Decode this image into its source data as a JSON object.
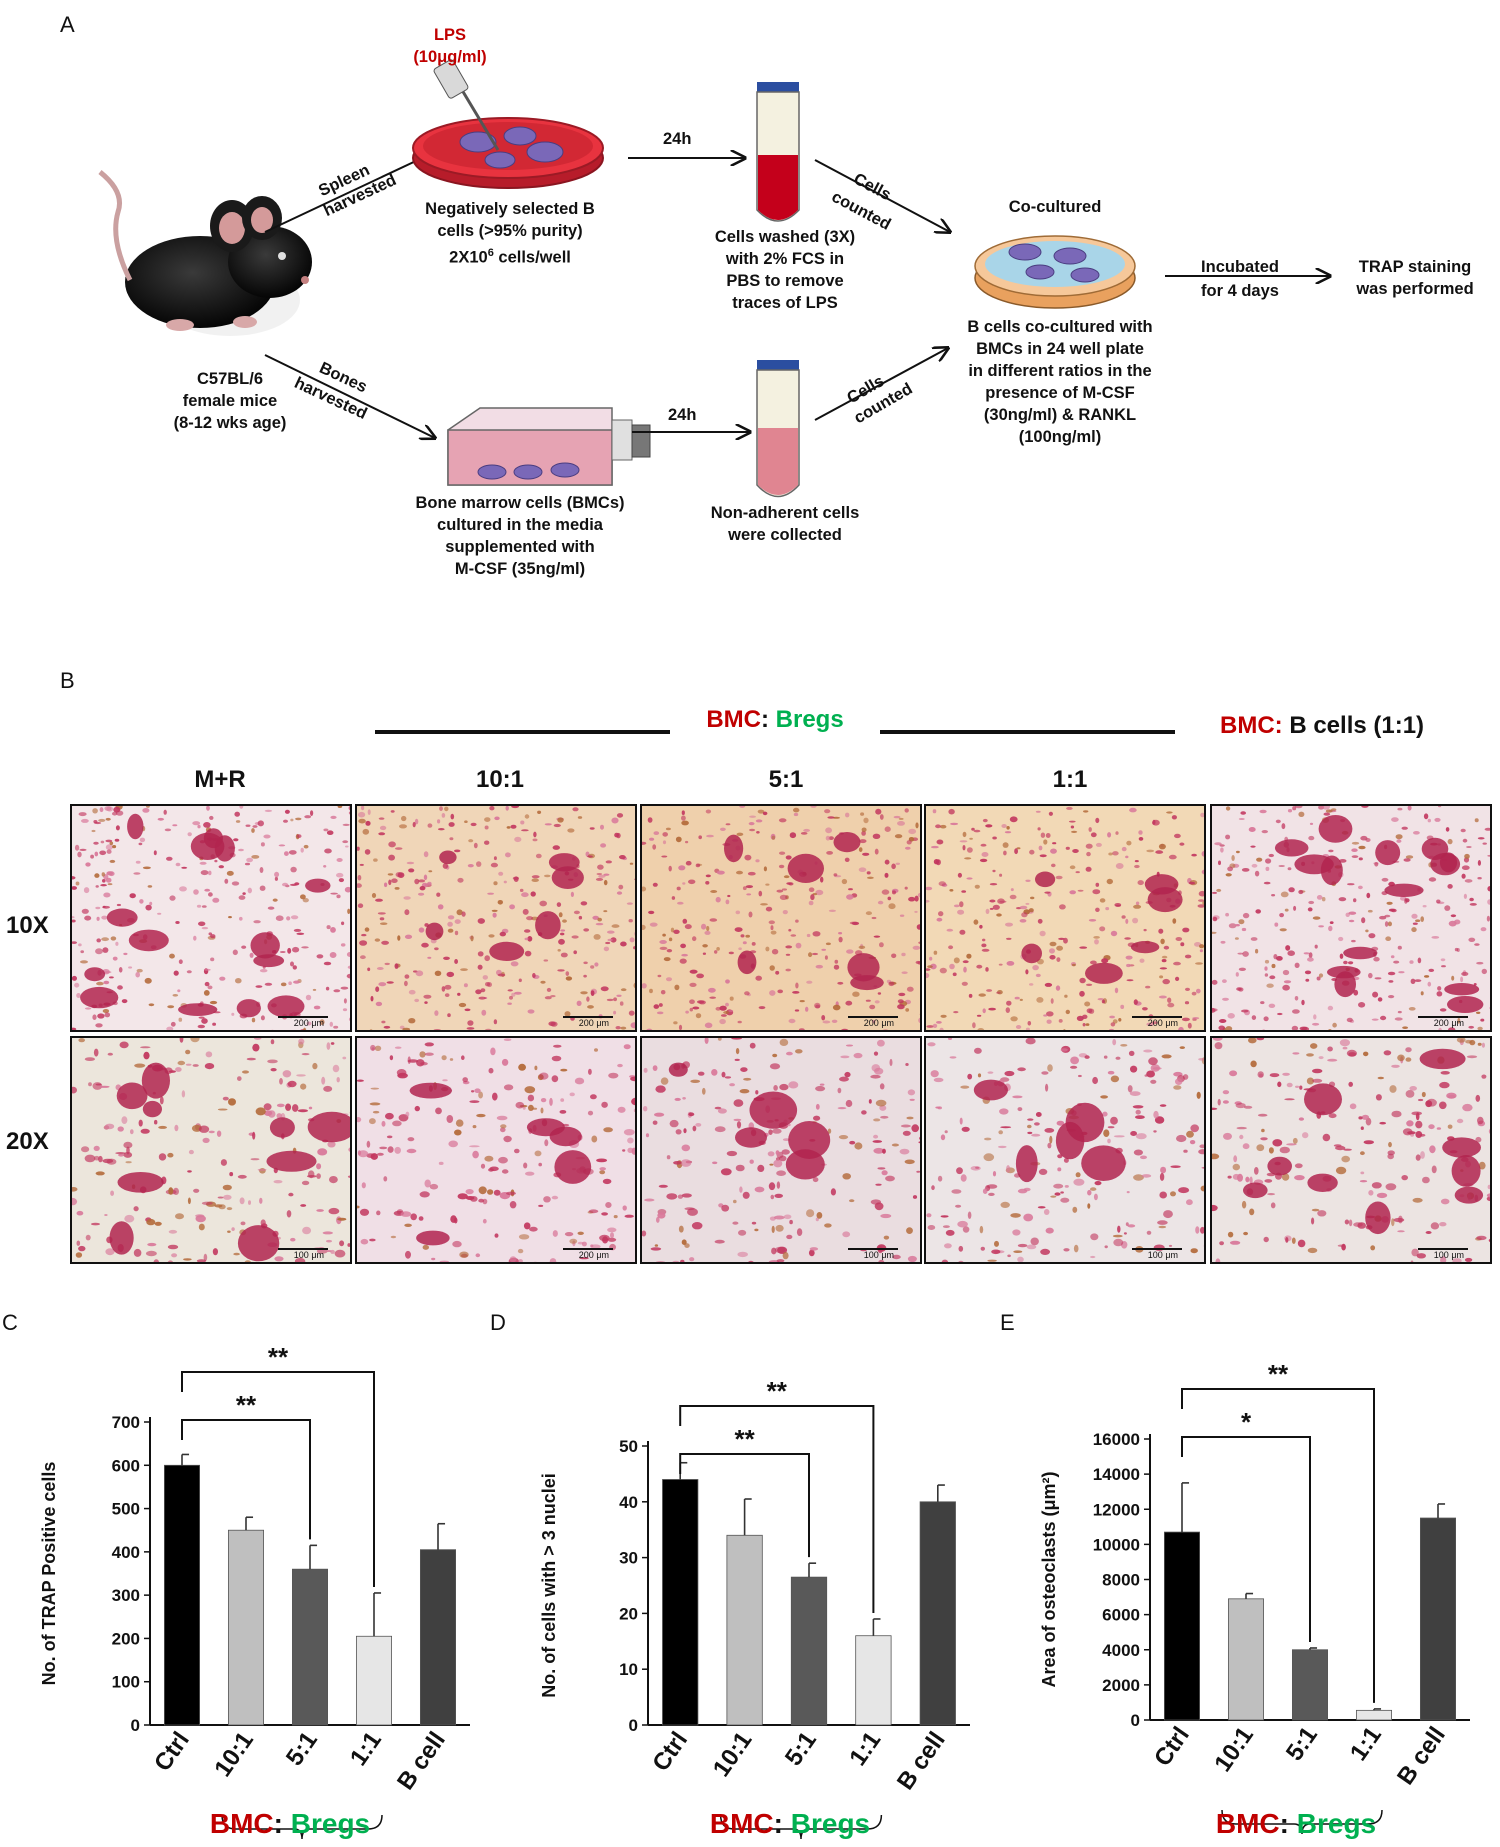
{
  "panels": {
    "a": "A",
    "b": "B",
    "c": "C",
    "d": "D",
    "e": "E"
  },
  "schematic": {
    "lps": "LPS",
    "lps_conc": "(10μg/ml)",
    "spleen_1": "Spleen",
    "spleen_2": "harvested",
    "bones_1": "Bones",
    "bones_2": "harvested",
    "mouse": [
      "C57BL/6",
      "female mice",
      "(8-12 wks age)"
    ],
    "bcells": [
      "Negatively selected B",
      "cells (>95% purity)",
      "2X10",
      "6",
      " cells/well"
    ],
    "bmc": [
      "Bone marrow cells (BMCs)",
      "cultured in the media",
      "supplemented with",
      "M-CSF (35ng/ml)"
    ],
    "time_top": "24h",
    "time_bottom": "24h",
    "washed": [
      "Cells washed (3X)",
      "with 2% FCS in",
      "PBS to remove",
      "traces of LPS"
    ],
    "nonadherent": [
      "Non-adherent cells",
      "were collected"
    ],
    "counted_1": "Cells",
    "counted_2": "counted",
    "cocultured": "Co-cultured",
    "cocult_desc": [
      "B cells co-cultured with",
      "BMCs in 24 well plate",
      "in different ratios in the",
      "presence of M-CSF",
      "(30ng/ml) & RANKL",
      "(100ng/ml)"
    ],
    "incubated_1": "Incubated",
    "incubated_2": "for 4 days",
    "trap": [
      "TRAP staining",
      "was performed"
    ]
  },
  "micrographs": {
    "bmc": "BMC",
    "colon": ":",
    "bregs": "Bregs",
    "bcells_label": "B cells (1:1)",
    "columns": [
      "M+R",
      "10:1",
      "5:1",
      "1:1"
    ],
    "rows": [
      "10X",
      "20X"
    ],
    "scale_10x": [
      "200 μm",
      "200 μm",
      "200 μm",
      "200 μm",
      "200 μm"
    ],
    "scale_20x": [
      "100 μm",
      "200 μm",
      "100 μm",
      "100 μm",
      "100 μm"
    ]
  },
  "bregs_footer": {
    "bmc": "BMC",
    "colon": ":",
    "bregs": "Bregs"
  },
  "chart_data": [
    {
      "type": "bar",
      "panel": "C",
      "categories": [
        "Ctrl",
        "10:1",
        "5:1",
        "1:1",
        "B cell"
      ],
      "values": [
        600,
        450,
        360,
        205,
        405
      ],
      "errors": [
        25,
        30,
        55,
        100,
        60
      ],
      "colors": [
        "#000000",
        "#bfbfbf",
        "#595959",
        "#e6e6e6",
        "#404040"
      ],
      "ylabel": "No. of TRAP Positive cells",
      "ylim": [
        0,
        700
      ],
      "yticks": [
        0,
        100,
        200,
        300,
        400,
        500,
        600,
        700
      ],
      "significance": [
        {
          "from": "Ctrl",
          "to": "5:1",
          "label": "**"
        },
        {
          "from": "Ctrl",
          "to": "1:1",
          "label": "**"
        }
      ]
    },
    {
      "type": "bar",
      "panel": "D",
      "categories": [
        "Ctrl",
        "10:1",
        "5:1",
        "1:1",
        "B cell"
      ],
      "values": [
        44,
        34,
        26.5,
        16,
        40
      ],
      "errors": [
        3,
        6.5,
        2.5,
        3,
        3
      ],
      "colors": [
        "#000000",
        "#bfbfbf",
        "#595959",
        "#e6e6e6",
        "#404040"
      ],
      "ylabel": "No. of cells with > 3 nuclei",
      "ylim": [
        0,
        50
      ],
      "yticks": [
        0,
        10,
        20,
        30,
        40,
        50
      ],
      "significance": [
        {
          "from": "Ctrl",
          "to": "5:1",
          "label": "**"
        },
        {
          "from": "Ctrl",
          "to": "1:1",
          "label": "**"
        }
      ]
    },
    {
      "type": "bar",
      "panel": "E",
      "categories": [
        "Ctrl",
        "10:1",
        "5:1",
        "1:1",
        "B cell"
      ],
      "values": [
        10700,
        6900,
        4000,
        550,
        11500
      ],
      "errors": [
        2800,
        300,
        100,
        80,
        800
      ],
      "colors": [
        "#000000",
        "#bfbfbf",
        "#595959",
        "#e6e6e6",
        "#404040"
      ],
      "ylabel": "Area of osteoclasts (μm²)",
      "ylim": [
        0,
        16000
      ],
      "yticks": [
        0,
        2000,
        4000,
        6000,
        8000,
        10000,
        12000,
        14000,
        16000
      ],
      "significance": [
        {
          "from": "Ctrl",
          "to": "5:1",
          "label": "*"
        },
        {
          "from": "Ctrl",
          "to": "1:1",
          "label": "**"
        }
      ]
    }
  ]
}
